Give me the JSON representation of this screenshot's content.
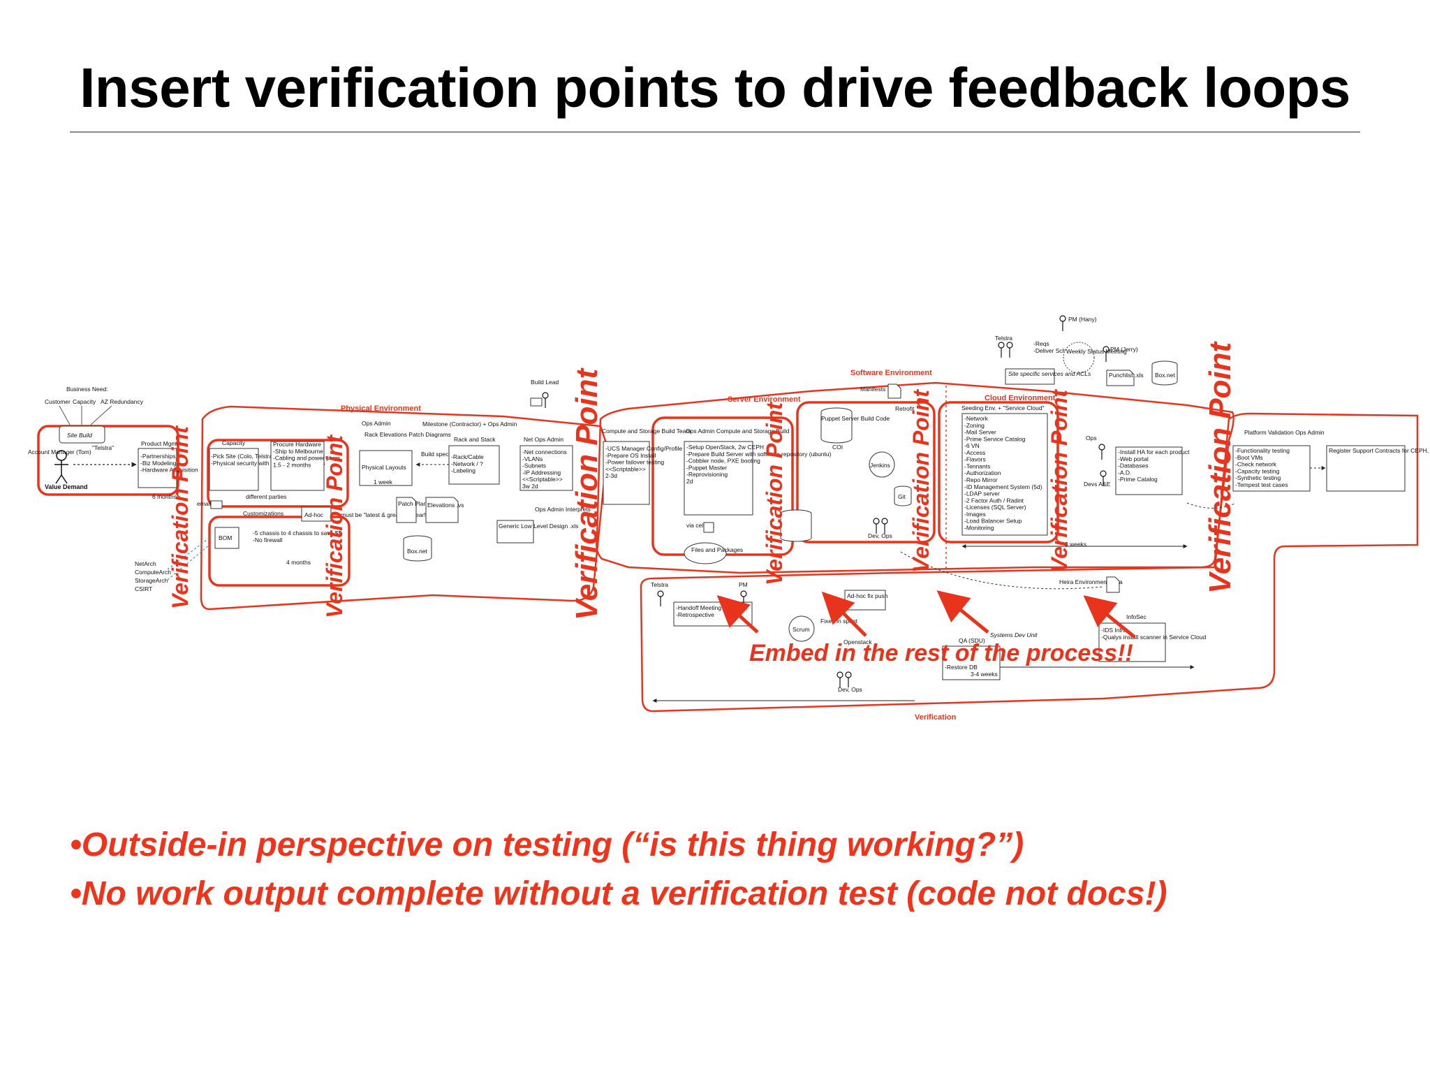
{
  "title": "Insert verification points to drive feedback loops",
  "bullets": [
    "•Outside-in perspective on testing (“is this thing working?”)",
    "•No work output complete without a verification test (code not docs!)"
  ],
  "annotations": {
    "verification_point": "Verification Point",
    "embed": "Embed in the rest of the process!!"
  },
  "environments": {
    "physical": "Physical Environment",
    "software": "Software Environment",
    "server": "Server Environment",
    "cloud": "Cloud Environment",
    "verification": "Verification"
  },
  "labels": {
    "business_need": "Business Need:",
    "customer": "Customer",
    "capacity": "Capacity",
    "az_redundancy": "AZ Redundancy",
    "site_build": "Site Build",
    "account_manager": "Account Manager (Tom)",
    "telstra_quote": "\"Telstra\"",
    "value_demand": "Value Demand",
    "product_mgmt": "Product Mgmt",
    "six_months": "6 months",
    "netarch": "NetArch",
    "computearch": "ComputeArch",
    "storagearch": "StorageArch",
    "csirt": "CSIRT",
    "email": "email",
    "different_parties": "different parties",
    "customizations": "Customizations",
    "bom": "BOM",
    "four_months": "4 months",
    "ops_admin": "Ops Admin",
    "rack_elevations": "Rack Elevations Patch Diagrams",
    "physical_layouts": "Physical Layouts",
    "one_week": "1 week",
    "milestone": "Milestone (Contractor) + Ops Admin",
    "rack_and_stack": "Rack and Stack",
    "build_spec": "Build spec?",
    "patch_plan": "Patch Plan .xls",
    "elevations": "Elevations .vs",
    "box_net": "Box.net",
    "ad_hoc": "Ad-hoc",
    "must_be": "must be \"latest & greatest\" gear!",
    "build_lead": "Build Lead",
    "net_ops_admin": "Net Ops Admin",
    "ops_admin_interprets": "Ops Admin Interprets",
    "generic_lld": "Generic Low Level Design .xls",
    "compute_storage_team": "Compute and Storage Build Team",
    "ops_admin_compute": "Ops Admin Compute and Storage Build",
    "via_cell_net": "via cell net",
    "files_packages": "Files and Packages",
    "puppet_server": "Puppet Server Build Code",
    "coi": "COI",
    "manifests": "Manifests Heira",
    "jenkins": "Jenkins",
    "git": "Git",
    "dev_ops": "Dev, Ops",
    "seeding": "Seeding Env. + \"Service Cloud\"",
    "three_weeks": "3 weeks",
    "telstra": "Telstra",
    "pm_hany": "PM (Hany)",
    "pm_jerry": "PM (Jerry)",
    "weekly_status": "Weekly Status Meeting",
    "site_specific": "Site specific services and ACLs",
    "punchlist": "Punchlist .xls",
    "ops": "Ops",
    "devs_ae": "Devs A&E",
    "platform_validation": "Platform Validation Ops Admin",
    "pm": "PM",
    "handoff": "-Handoff Meeting to Telstra\n-Retrospective",
    "ad_hoc_fix": "Ad-hoc fix push",
    "scrum": "Scrum",
    "fixed_in_sprint": "Fixed in sprint",
    "openstack": "Openstack",
    "qa_sdu": "QA (SDU)",
    "restore_db": "-Restore DB",
    "three_four_weeks": "3-4 weeks",
    "heira_env": "Heira Environment Data",
    "infosec": "InfoSec",
    "systems_dev_unit": "Systems Dev Unit",
    "retrofit": "Retrofit"
  },
  "boxes": {
    "product_mgmt": "-Partnerships\n-Biz Modeling\n-Hardware Acquisition",
    "capacity": "-Pick Site (Colo, Telstra)\n-Physical security with InfoSec, Contractors",
    "procure": "Procure Hardware\n-Ship to Melbourne\n-Cabling and power plugs\n1.5 - 2 months",
    "bom_notes": "-5 chassis to 4 chassis to save $$\n-No firewall",
    "rack_stack": "-Rack/Cable\n-Network / ?\n-Labeling",
    "net_ops": "-Net connections\n-VLANs\n-Subnets\n-IP Addressing\n<<Scriptable>>\n3w 2d",
    "compute_storage": "-UCS Manager Config/Profile\n-Prepare OS Install\n-Power failover testing\n<<Scriptable>>\n2-3d",
    "ops_admin_compute": "-Setup OpenStack, 2w CEPH\n-Prepare Build Server with software repository (ubuntu)\n-Cobbler node, PXE booting\n-Puppet Master\n-Reprovisioning\n2d",
    "seeding": "-Network\n-Zoning\n-Mail Server\n-Prime Service Catalog\n-6 VN\n-Access\n-Flavors\n-Tennants\n-Authorization\n-Repo Mirror\n-ID Management System (5d)\n-LDAP server\n-2 Factor Auth / Radint\n-Licenses (SQL Server)\n-Images\n-Load Balancer Setup\n-Monitoring",
    "ha": "-Install HA for each product\n-Web portal\n-Databases\n-A.D.\n-Prime Catalog",
    "platform": "-Functionality testing\n-Boot VMs\n-Check network\n-Capacity testing\n-Synthetic testing\n-Tempest test cases",
    "support": "Register Support Contracts for CEPH, Canonical, TAC",
    "infosec": "-IDS Infra\n-Qualys install scanner in Service Cloud",
    "reqs": "-Reqs\n-Deliver Schedule"
  },
  "colors": {
    "accent_red": "#e8341c",
    "text": "#000000",
    "rule": "#8a8a8a"
  }
}
